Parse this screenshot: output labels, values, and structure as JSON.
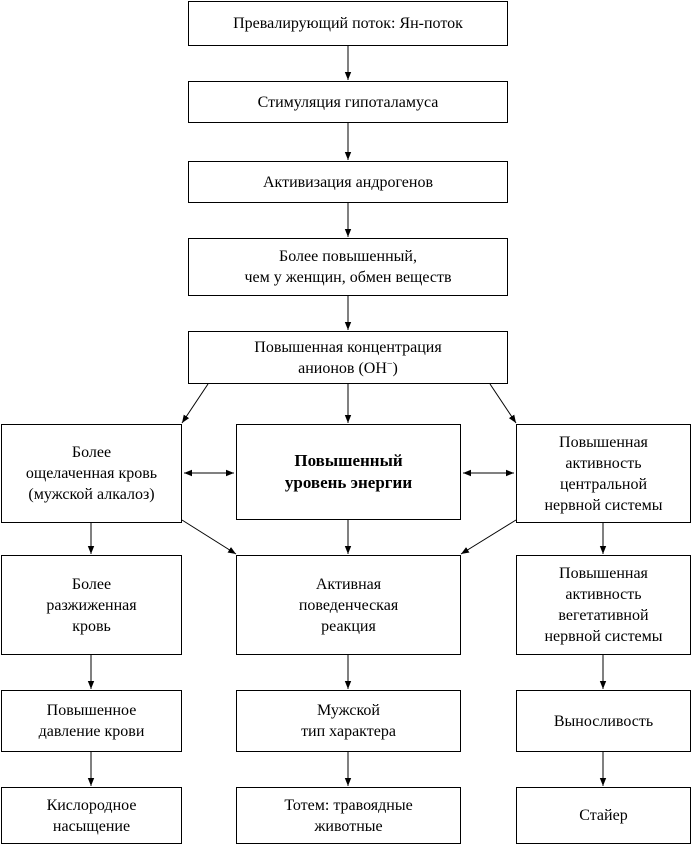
{
  "boxes": {
    "b1": "Превалирующий поток: Ян-поток",
    "b2": "Стимуляция гипоталамуса",
    "b3": "Активизация андрогенов",
    "b4": "Более повышенный,\nчем у женщин, обмен веществ",
    "b5_line1": "Повышенная концентрация",
    "b5_line2_pre": "анионов (OH",
    "b5_sup": "−",
    "b5_line2_post": ")",
    "b6": "Более\nощелаченная кровь\n(мужской алкалоз)",
    "b7": "Повышенный\nуровень энергии",
    "b8": "Повышенная\nактивность\nцентральной\nнервной системы",
    "b9": "Более\nразжиженная\nкровь",
    "b10": "Активная\nповеденческая\nреакция",
    "b11": "Повышенная\nактивность\nвегетативной\nнервной системы",
    "b12": "Повышенное\nдавление крови",
    "b13": "Мужской\nтип характера",
    "b14": "Выносливость",
    "b15": "Кислородное\nнасыщение",
    "b16": "Тотем: травоядные\nживотные",
    "b17": "Стайер"
  }
}
